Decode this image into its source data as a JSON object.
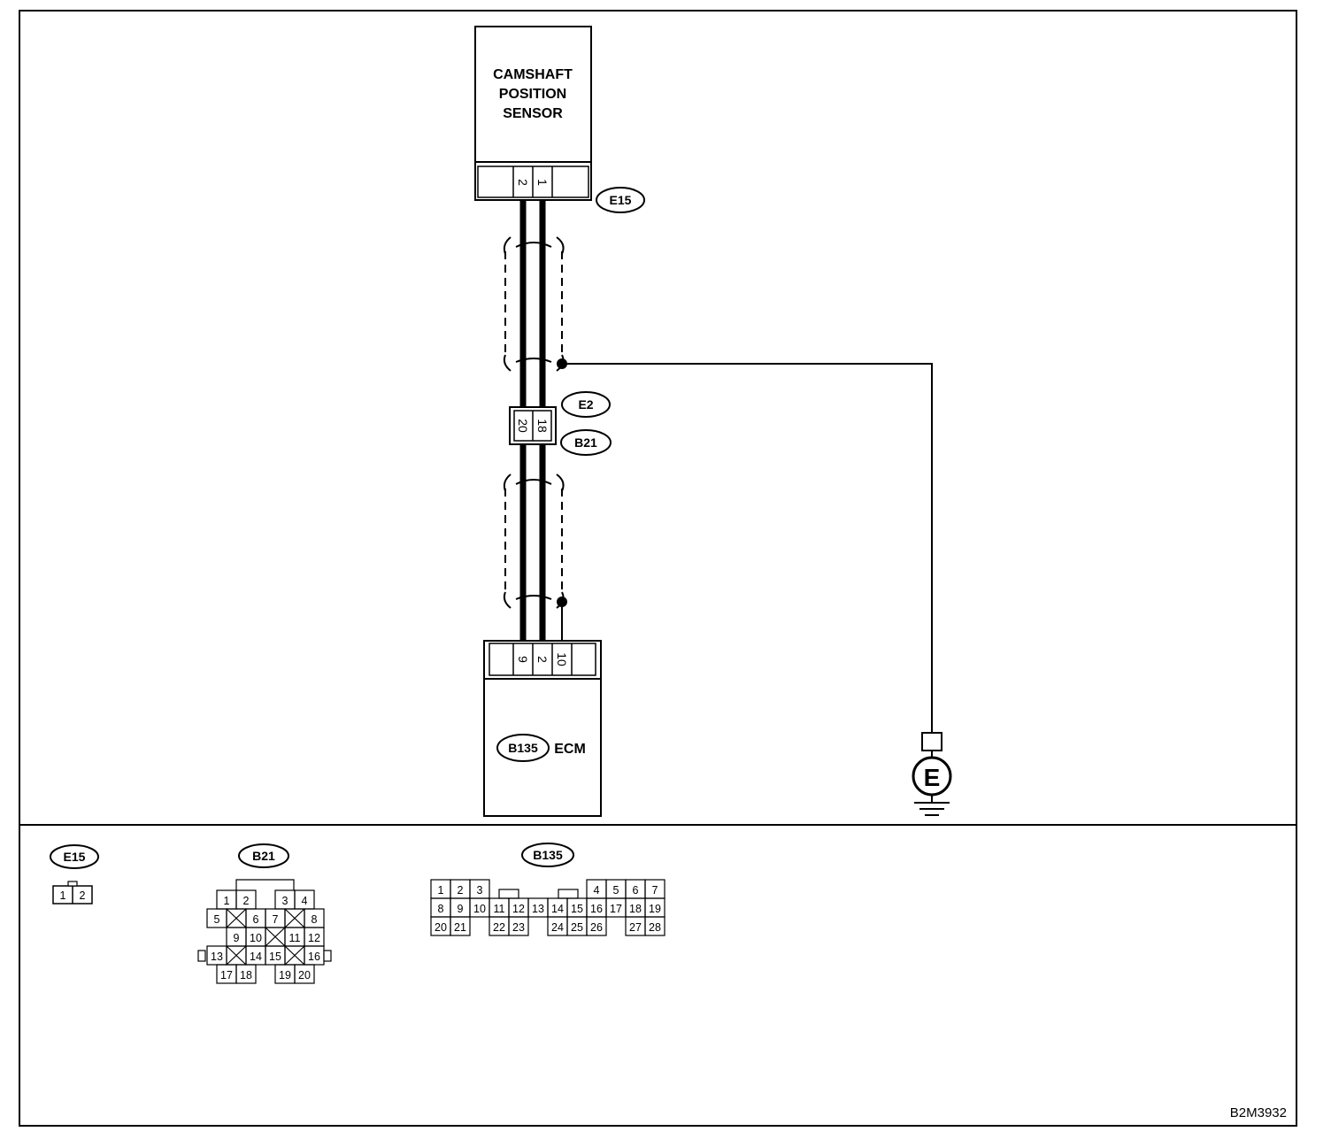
{
  "diagram": {
    "id_code": "B2M3932",
    "sensor": {
      "name_lines": [
        "CAMSHAFT",
        "POSITION",
        "SENSOR"
      ],
      "connector": "E15",
      "pins": [
        "2",
        "1"
      ]
    },
    "joint_connector": {
      "upper": "E2",
      "lower": "B21",
      "pins": [
        "20",
        "18"
      ]
    },
    "ecm": {
      "connector": "B135",
      "name": "ECM",
      "pins": [
        "9",
        "2",
        "10"
      ]
    },
    "ground": {
      "symbol": "E"
    },
    "connector_views": {
      "e15": {
        "label": "E15",
        "pins": [
          "1",
          "2"
        ]
      },
      "b21": {
        "label": "B21",
        "rows": [
          [
            "1",
            "2",
            "3",
            "4"
          ],
          [
            "5",
            "6",
            "7",
            "8"
          ],
          [
            "9",
            "10",
            "11",
            "12"
          ],
          [
            "13",
            "14",
            "15",
            "16"
          ],
          [
            "17",
            "18",
            "19",
            "20"
          ]
        ]
      },
      "b135": {
        "label": "B135",
        "rows": [
          [
            "1",
            "2",
            "3",
            "4",
            "5",
            "6",
            "7"
          ],
          [
            "8",
            "9",
            "10",
            "11",
            "12",
            "13",
            "14",
            "15",
            "16",
            "17",
            "18",
            "19"
          ],
          [
            "20",
            "21",
            "22",
            "23",
            "24",
            "25",
            "26",
            "27",
            "28"
          ]
        ]
      }
    }
  }
}
